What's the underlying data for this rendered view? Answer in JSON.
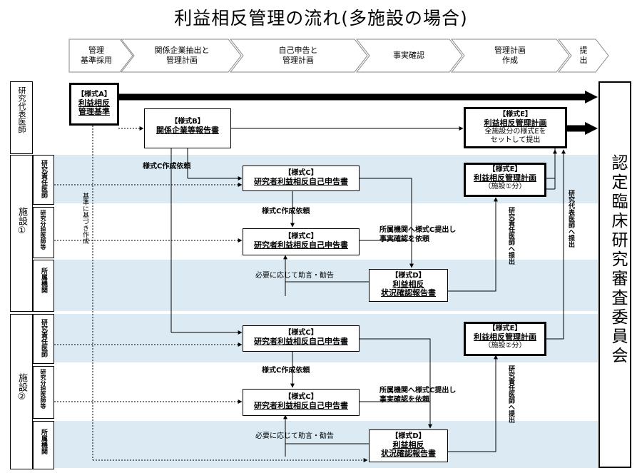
{
  "title": "利益相反管理の流れ(多施設の場合)",
  "steps": [
    "管理\n基準採用",
    "関係企業抽出と\n管理計画",
    "自己申告と\n管理計画",
    "事実確認",
    "管理計画\n作成",
    "提\n出"
  ],
  "rows": {
    "rep_doctor": "研究代表医師",
    "site1": "施設①",
    "site2": "施設②",
    "pi": "研究責任医師",
    "sub": "研究分担医師等",
    "org": "所属機関"
  },
  "committee": "認定臨床研究審査委員会",
  "boxes": {
    "a": {
      "tag": "【様式A】",
      "name": "利益相反\n管理基準"
    },
    "b": {
      "tag": "【様式B】",
      "name": "関係企業等報告書"
    },
    "c": {
      "tag": "【様式C】",
      "name": "研究者利益相反自己申告書"
    },
    "d": {
      "tag": "【様式D】",
      "name": "利益相反\n状況確認報告書"
    },
    "e_all": {
      "tag": "【様式E】",
      "name": "利益相反管理計画",
      "sub": "全施設分の様式Eを\nセットして提出"
    },
    "e1": {
      "tag": "【様式E】",
      "name": "利益相反管理計画",
      "sub": "（施設①分）"
    },
    "e2": {
      "tag": "【様式E】",
      "name": "利益相反管理計画",
      "sub": "（施設②分）"
    }
  },
  "notes": {
    "c_request": "様式C作成依頼",
    "org_request": "所属機関へ様式C提出し\n事実確認を依頼",
    "advice": "必要に応じて助言・勧告",
    "based_on_std": "基準に基づき作成",
    "to_pi": "研究責任医師へ提出",
    "to_rep": "研究代表医師へ提出"
  }
}
